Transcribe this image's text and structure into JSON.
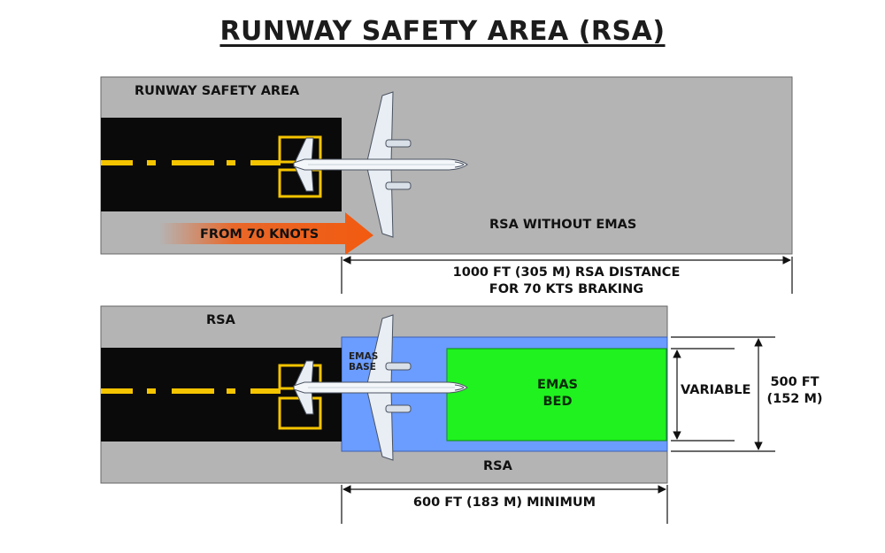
{
  "title": "RUNWAY SAFETY AREA (RSA)",
  "top_diagram": {
    "rsa_label": "RUNWAY SAFETY AREA",
    "arrow_label": "FROM 70 KNOTS",
    "without_emas_label": "RSA WITHOUT EMAS",
    "distance_line1": "1000 FT (305 M) RSA DISTANCE",
    "distance_line2": "FOR 70 KTS BRAKING"
  },
  "bottom_diagram": {
    "rsa_top_label": "RSA",
    "rsa_bottom_label": "RSA",
    "emas_base_line1": "EMAS",
    "emas_base_line2": "BASE",
    "emas_bed_line1": "EMAS",
    "emas_bed_line2": "BED",
    "variable_label": "VARIABLE",
    "width_line1": "500 FT",
    "width_line2": "(152 M)",
    "minimum_label": "600 FT (183 M) MINIMUM"
  },
  "colors": {
    "rsa_gray": "#b4b4b4",
    "runway_black": "#0a0a0a",
    "marking_yellow": "#f5c400",
    "emas_base_blue": "#6b9cff",
    "emas_bed_green": "#1ff21f",
    "arrow_orange": "#f25a10"
  },
  "icons": {
    "aircraft": "airplane-top-view-icon"
  }
}
